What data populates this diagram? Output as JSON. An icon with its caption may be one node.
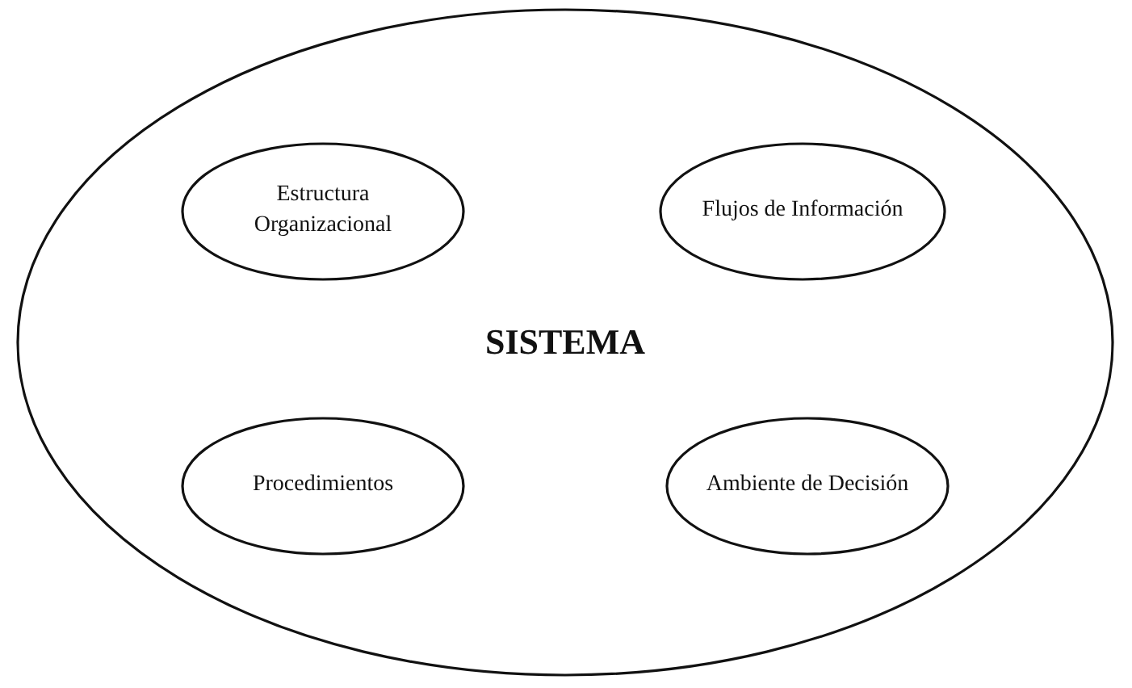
{
  "diagram": {
    "nodes": [
      {
        "text": [
          "SISTEMA"
        ]
      },
      {
        "text": [
          "Estructura Organizacional"
        ],
        "in": 0
      },
      {
        "text": [
          "Flujos de Información"
        ],
        "in": 0
      },
      {
        "text": [
          "Procedimientos"
        ],
        "in": 0
      },
      {
        "text": [
          "Ambiente de Decisión"
        ],
        "in": 0
      }
    ]
  }
}
